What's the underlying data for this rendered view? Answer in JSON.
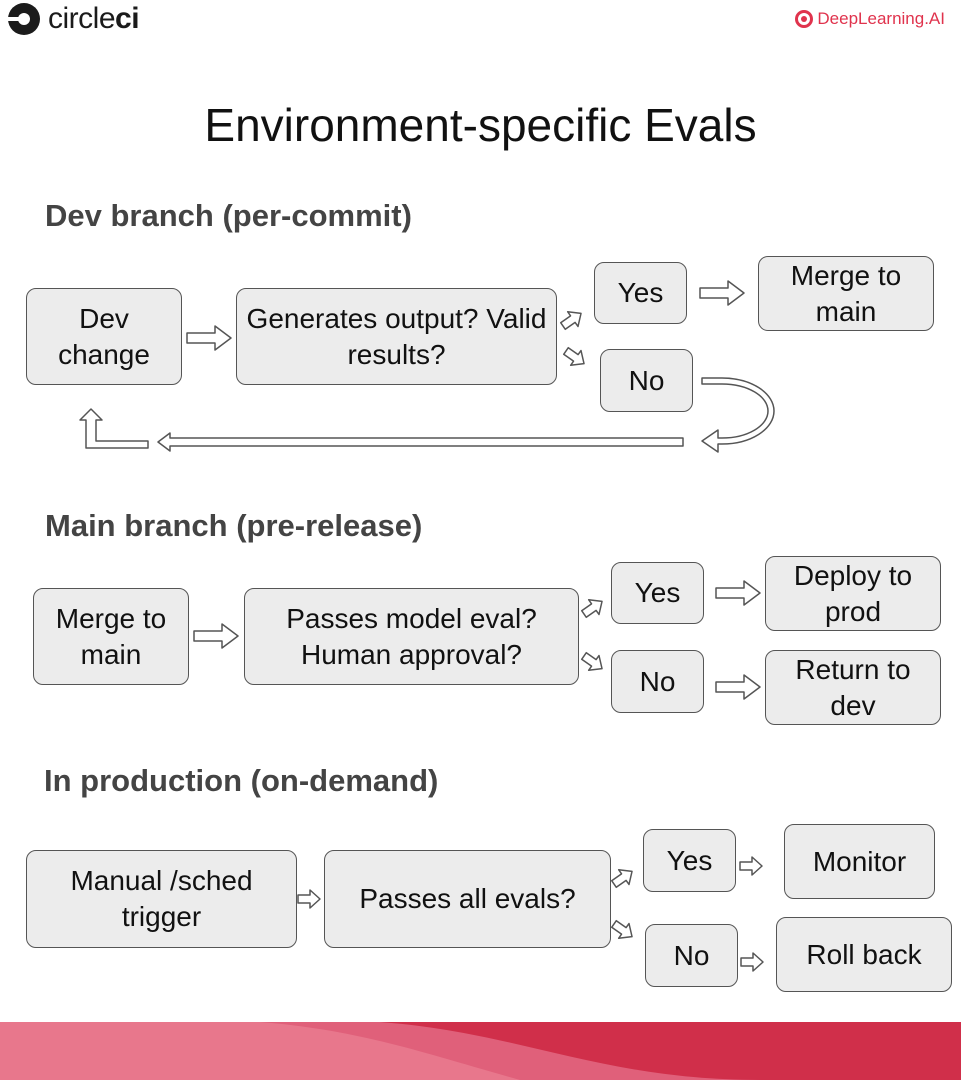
{
  "header": {
    "brand_left_plain": "circle",
    "brand_left_bold": "ci",
    "brand_right": "DeepLearning.AI"
  },
  "title": "Environment-specific Evals",
  "sections": {
    "dev": {
      "heading": "Dev branch (per-commit)",
      "start": "Dev change",
      "decision": "Generates output? Valid results?",
      "yes": "Yes",
      "no": "No",
      "yes_outcome": "Merge to main"
    },
    "main": {
      "heading": "Main branch (pre-release)",
      "start": "Merge to main",
      "decision": "Passes model eval? Human approval?",
      "yes": "Yes",
      "no": "No",
      "yes_outcome": "Deploy to prod",
      "no_outcome": "Return to dev"
    },
    "prod": {
      "heading": "In production (on-demand)",
      "start": "Manual /sched trigger",
      "decision": "Passes all evals?",
      "yes": "Yes",
      "no": "No",
      "yes_outcome": "Monitor",
      "no_outcome": "Roll back"
    }
  },
  "colors": {
    "box_fill": "#ececec",
    "box_border": "#555555",
    "heading": "#444444",
    "accent": "#e0334d",
    "footer": "#d02f4a"
  }
}
